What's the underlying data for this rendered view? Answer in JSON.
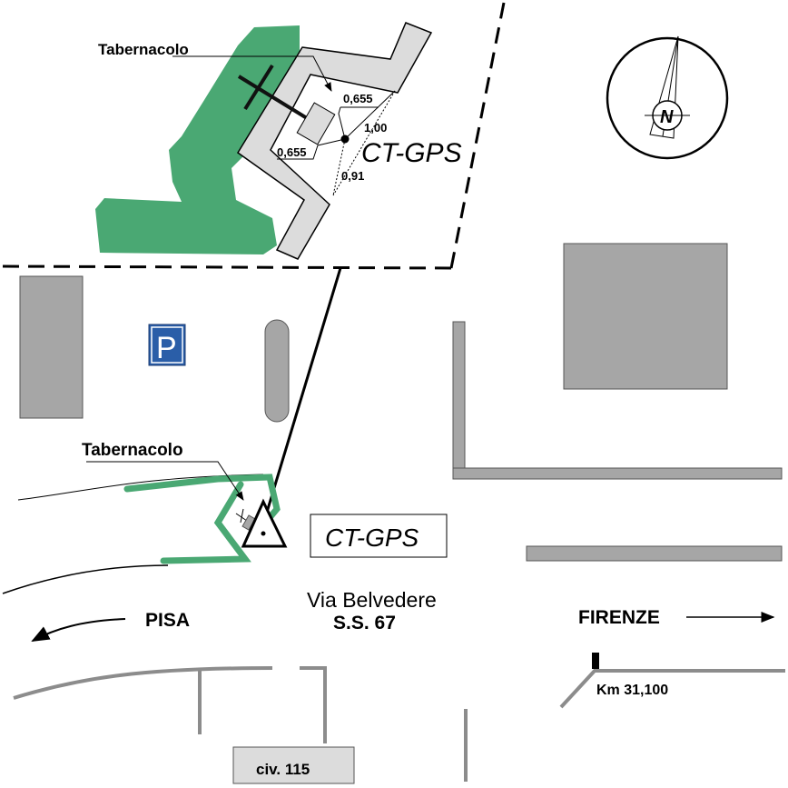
{
  "colors": {
    "green": "#4aa873",
    "building": "#a6a6a6",
    "road_gray": "#8c8c8c",
    "wall": "#dcdcdc",
    "parking": "#2a5ea8"
  },
  "inset": {
    "label_tabernacolo": "Tabernacolo",
    "measure_1": "0,655",
    "measure_2": "0,655",
    "measure_3": "1,00",
    "measure_4": "0,91",
    "station_label": "CT-GPS"
  },
  "compass": {
    "north_label": "N"
  },
  "parking": {
    "label": "P"
  },
  "main": {
    "label_tabernacolo": "Tabernacolo",
    "station_label": "CT-GPS",
    "street_name": "Via Belvedere",
    "road_code": "S.S. 67",
    "west_destination": "PISA",
    "east_destination": "FIRENZE",
    "km_marker": "Km 31,100",
    "civic_number": "civ. 115"
  }
}
